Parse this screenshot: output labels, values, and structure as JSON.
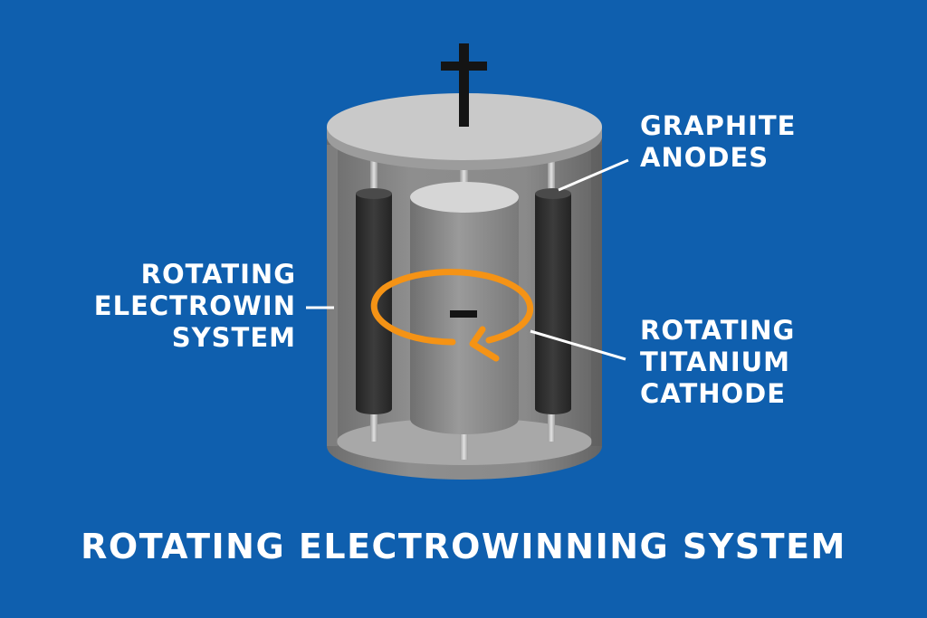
{
  "colors": {
    "background": "#0f5fae",
    "accent_rotation_arrow": "#f59315",
    "label_text": "#ffffff",
    "terminal": "#141414",
    "anode": "#2f2f2f",
    "cathode": "#8a8a8a",
    "lid": "#c9c9c9"
  },
  "symbols": {
    "anode_terminal": "positive-terminal",
    "cathode_terminal": "negative-sign",
    "rotation": "curved-rotation-arrow"
  },
  "labels": {
    "system": [
      "ROTATING",
      "ELECTROWIN",
      "SYSTEM"
    ],
    "anodes": [
      "GRAPHITE",
      "ANODES"
    ],
    "cathode": [
      "ROTATING",
      "TITANIUM",
      "CATHODE"
    ]
  },
  "title": "ROTATING ELECTROWINNING SYSTEM"
}
